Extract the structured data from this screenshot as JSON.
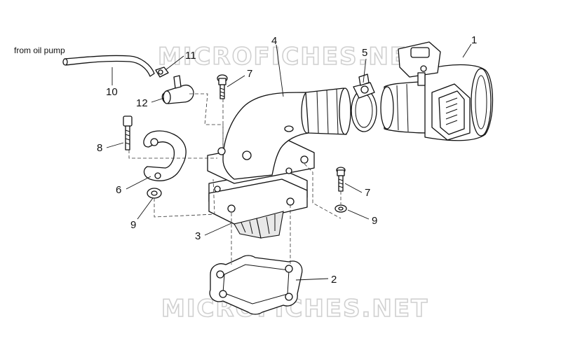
{
  "note": "from oil pump",
  "watermarks": [
    "MICROFICHES.NET",
    "MICROFICHES.NET"
  ],
  "callouts": {
    "c1": "1",
    "c2": "2",
    "c3": "3",
    "c4": "4",
    "c5": "5",
    "c6": "6",
    "c7a": "7",
    "c7b": "7",
    "c8": "8",
    "c9a": "9",
    "c9b": "9",
    "c10": "10",
    "c11": "11",
    "c12": "12"
  }
}
